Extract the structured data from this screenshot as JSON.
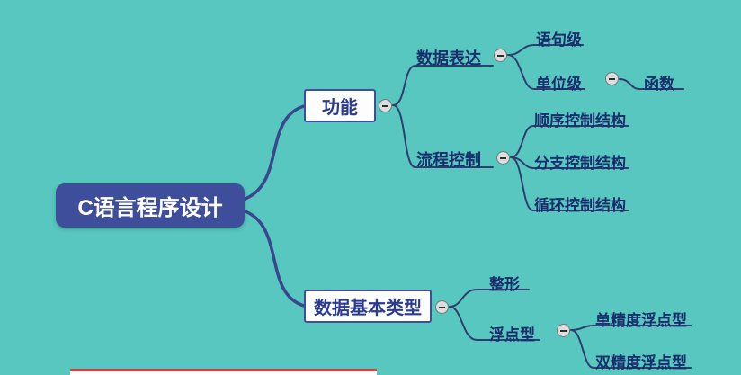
{
  "colors": {
    "background": "#58c7bf",
    "root_fill": "#3f4e9b",
    "root_text": "#ffffff",
    "box_border": "#3f4e9b",
    "node_text": "#1a2e6e",
    "main_branch_line": "#3a478f",
    "sub_branch_line": "#2f3e6e",
    "collapse_button_fill": "#dbdedc",
    "window_edge_accent": "#d43f3f"
  },
  "mindmap": {
    "root": "C语言程序设计",
    "branches": [
      {
        "label": "功能",
        "children": [
          {
            "label": "数据表达",
            "children": [
              {
                "label": "语句级"
              },
              {
                "label": "单位级",
                "children": [
                  {
                    "label": "函数"
                  }
                ]
              }
            ]
          },
          {
            "label": "流程控制",
            "children": [
              {
                "label": "顺序控制结构"
              },
              {
                "label": "分支控制结构"
              },
              {
                "label": "循环控制结构"
              }
            ]
          }
        ]
      },
      {
        "label": "数据基本类型",
        "children": [
          {
            "label": "整形"
          },
          {
            "label": "浮点型",
            "children": [
              {
                "label": "单精度浮点型"
              },
              {
                "label": "双精度浮点型"
              }
            ]
          }
        ]
      }
    ]
  }
}
